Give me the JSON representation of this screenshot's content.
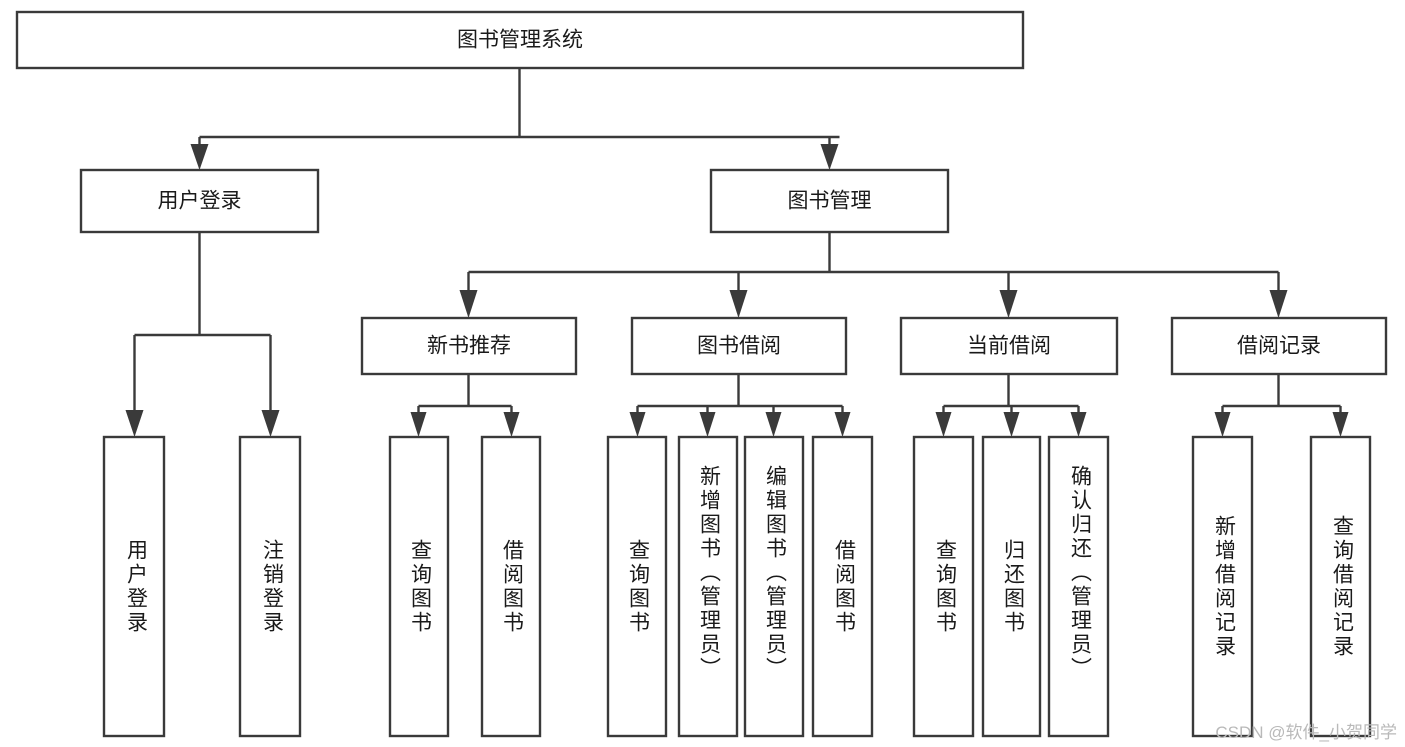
{
  "diagram": {
    "type": "tree",
    "title": "图书管理系统",
    "root": {
      "id": "root",
      "label": "图书管理系统",
      "orientation": "horizontal"
    },
    "level2": [
      {
        "id": "user-login",
        "label": "用户登录",
        "orientation": "horizontal"
      },
      {
        "id": "book-management",
        "label": "图书管理",
        "orientation": "horizontal"
      }
    ],
    "level3": [
      {
        "id": "new-book-recommend",
        "label": "新书推荐",
        "orientation": "horizontal"
      },
      {
        "id": "book-borrow",
        "label": "图书借阅",
        "orientation": "horizontal"
      },
      {
        "id": "current-borrow",
        "label": "当前借阅",
        "orientation": "horizontal"
      },
      {
        "id": "borrow-record",
        "label": "借阅记录",
        "orientation": "horizontal"
      }
    ],
    "leaves": [
      {
        "id": "leaf-user-login",
        "label": "用户登录",
        "parent": "user-login",
        "orientation": "vertical"
      },
      {
        "id": "leaf-logout",
        "label": "注销登录",
        "parent": "user-login",
        "orientation": "vertical"
      },
      {
        "id": "leaf-query-book-1",
        "label": "查询图书",
        "parent": "new-book-recommend",
        "orientation": "vertical"
      },
      {
        "id": "leaf-borrow-book-1",
        "label": "借阅图书",
        "parent": "new-book-recommend",
        "orientation": "vertical"
      },
      {
        "id": "leaf-query-book-2",
        "label": "查询图书",
        "parent": "book-borrow",
        "orientation": "vertical"
      },
      {
        "id": "leaf-add-book",
        "label": "新增图书（管理员）",
        "parent": "book-borrow",
        "orientation": "vertical"
      },
      {
        "id": "leaf-edit-book",
        "label": "编辑图书（管理员）",
        "parent": "book-borrow",
        "orientation": "vertical"
      },
      {
        "id": "leaf-borrow-book-2",
        "label": "借阅图书",
        "parent": "book-borrow",
        "orientation": "vertical"
      },
      {
        "id": "leaf-query-book-3",
        "label": "查询图书",
        "parent": "current-borrow",
        "orientation": "vertical"
      },
      {
        "id": "leaf-return-book",
        "label": "归还图书",
        "parent": "current-borrow",
        "orientation": "vertical"
      },
      {
        "id": "leaf-confirm-return",
        "label": "确认归还（管理员）",
        "parent": "current-borrow",
        "orientation": "vertical"
      },
      {
        "id": "leaf-add-record",
        "label": "新增借阅记录",
        "parent": "borrow-record",
        "orientation": "vertical"
      },
      {
        "id": "leaf-query-record",
        "label": "查询借阅记录",
        "parent": "borrow-record",
        "orientation": "vertical"
      }
    ],
    "colors": {
      "stroke": "#3a3a3a",
      "fill": "#ffffff",
      "text": "#1a1a1a",
      "watermark": "#b9b9b9"
    }
  },
  "watermark": {
    "text": "CSDN @软件_小贺同学"
  }
}
